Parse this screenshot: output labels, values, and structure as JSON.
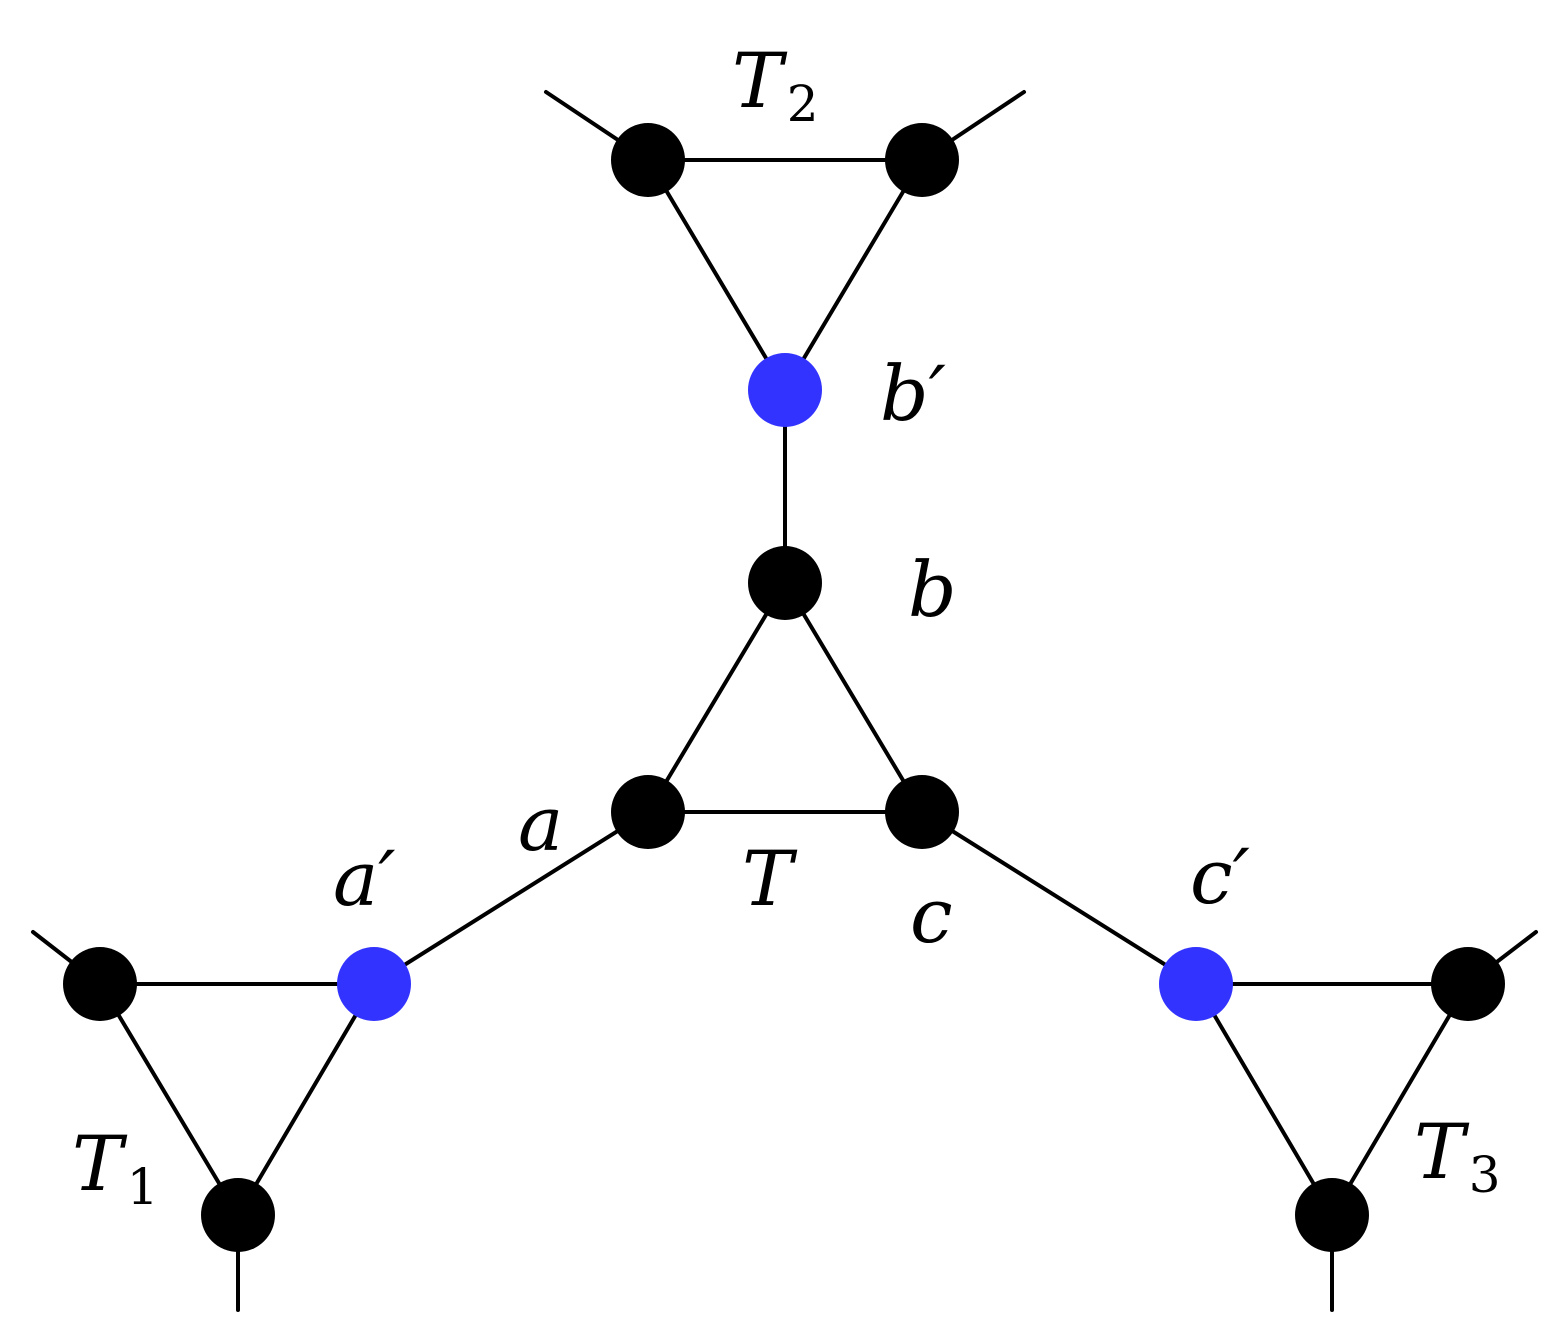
{
  "colors": {
    "vertex": "#000000",
    "highlight": "#3333ff",
    "edge": "#000000",
    "background": "#ffffff"
  },
  "labels": {
    "T": "T",
    "T1": {
      "base": "T",
      "sub": "1"
    },
    "T2": {
      "base": "T",
      "sub": "2"
    },
    "T3": {
      "base": "T",
      "sub": "3"
    },
    "a": "a",
    "b": "b",
    "c": "c",
    "a_prime": "a′",
    "b_prime": "b′",
    "c_prime": "c′"
  },
  "vertices": [
    {
      "id": "a",
      "group": "T",
      "highlighted": false
    },
    {
      "id": "b",
      "group": "T",
      "highlighted": false
    },
    {
      "id": "c",
      "group": "T",
      "highlighted": false
    },
    {
      "id": "a_prime",
      "group": "T1",
      "highlighted": true
    },
    {
      "id": "t1_left",
      "group": "T1",
      "highlighted": false
    },
    {
      "id": "t1_bottom",
      "group": "T1",
      "highlighted": false
    },
    {
      "id": "b_prime",
      "group": "T2",
      "highlighted": true
    },
    {
      "id": "t2_left",
      "group": "T2",
      "highlighted": false
    },
    {
      "id": "t2_right",
      "group": "T2",
      "highlighted": false
    },
    {
      "id": "c_prime",
      "group": "T3",
      "highlighted": true
    },
    {
      "id": "t3_right",
      "group": "T3",
      "highlighted": false
    },
    {
      "id": "t3_bottom",
      "group": "T3",
      "highlighted": false
    }
  ],
  "edges": [
    [
      "a",
      "b"
    ],
    [
      "b",
      "c"
    ],
    [
      "a",
      "c"
    ],
    [
      "a",
      "a_prime"
    ],
    [
      "b",
      "b_prime"
    ],
    [
      "c",
      "c_prime"
    ],
    [
      "a_prime",
      "t1_left"
    ],
    [
      "a_prime",
      "t1_bottom"
    ],
    [
      "t1_left",
      "t1_bottom"
    ],
    [
      "b_prime",
      "t2_left"
    ],
    [
      "b_prime",
      "t2_right"
    ],
    [
      "t2_left",
      "t2_right"
    ],
    [
      "c_prime",
      "t3_right"
    ],
    [
      "c_prime",
      "t3_bottom"
    ],
    [
      "t3_right",
      "t3_bottom"
    ]
  ],
  "pendant_edges": [
    "t1_left",
    "t1_bottom",
    "t2_left",
    "t2_right",
    "t3_right",
    "t3_bottom"
  ]
}
